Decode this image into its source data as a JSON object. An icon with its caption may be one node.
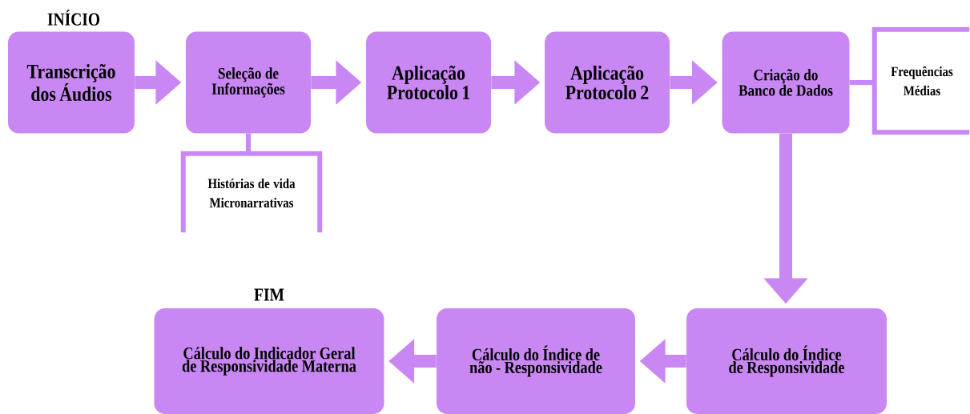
{
  "diagram": {
    "nodes": [
      {
        "text": [
          "INÍCIO",
          "Transcrição dos Áudios"
        ]
      },
      {
        "text": [
          "Seleção de Informações"
        ]
      },
      {
        "text": [
          "Aplicação Protocolo 1"
        ]
      },
      {
        "text": [
          "Aplicação Protocolo 2"
        ]
      },
      {
        "text": [
          "Criação do Banco de Dados"
        ]
      },
      {
        "text": [
          "Frequências",
          "Médias"
        ]
      },
      {
        "text": [
          "Histórias  de vida",
          "Micronarrativas"
        ]
      },
      {
        "text": [
          "Cálculo do Índice de Responsividade"
        ]
      },
      {
        "text": [
          "Cálculo do Índice de não -  Responsividade"
        ]
      },
      {
        "text": [
          "FIM",
          "Cálculo do Indicador Geral de Responsividade Materna"
        ]
      }
    ],
    "edges": [
      {
        "from": 0,
        "to": 1,
        "arrow": "to"
      },
      {
        "from": 1,
        "to": 2,
        "arrow": "to"
      },
      {
        "from": 2,
        "to": 3,
        "arrow": "to"
      },
      {
        "from": 3,
        "to": 4,
        "arrow": "to"
      },
      {
        "from": 1,
        "to": 6,
        "arrow": "none"
      },
      {
        "from": 4,
        "to": 5,
        "arrow": "none"
      },
      {
        "from": 4,
        "to": 7,
        "arrow": "to"
      },
      {
        "from": 7,
        "to": 8,
        "arrow": "to"
      },
      {
        "from": 8,
        "to": 9,
        "arrow": "to"
      }
    ]
  }
}
